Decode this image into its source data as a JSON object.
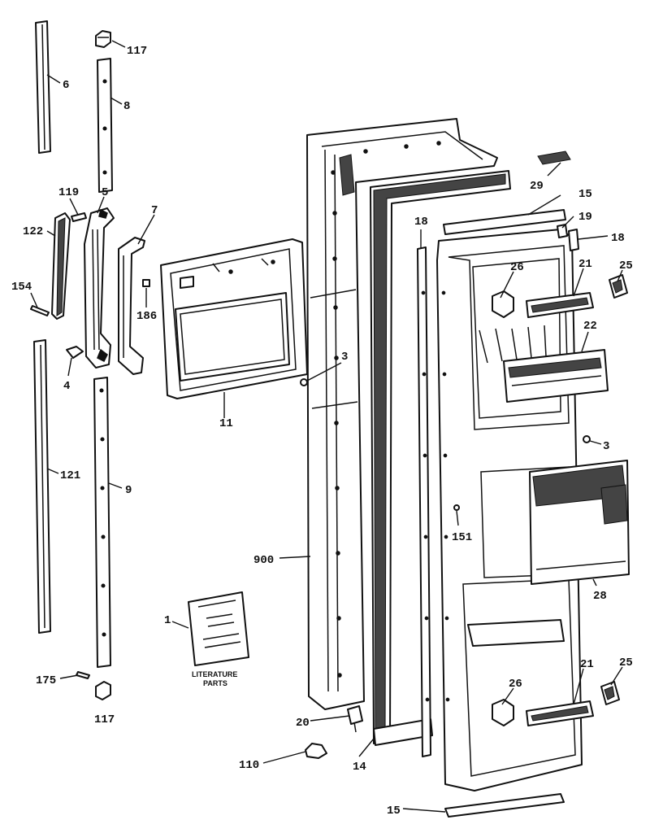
{
  "callouts": [
    {
      "id": "117-top",
      "text": "117"
    },
    {
      "id": "6",
      "text": "6"
    },
    {
      "id": "8",
      "text": "8"
    },
    {
      "id": "119",
      "text": "119"
    },
    {
      "id": "5",
      "text": "5"
    },
    {
      "id": "7",
      "text": "7"
    },
    {
      "id": "122",
      "text": "122"
    },
    {
      "id": "154",
      "text": "154"
    },
    {
      "id": "186",
      "text": "186"
    },
    {
      "id": "4",
      "text": "4"
    },
    {
      "id": "121",
      "text": "121"
    },
    {
      "id": "9",
      "text": "9"
    },
    {
      "id": "11",
      "text": "11"
    },
    {
      "id": "3-left",
      "text": "3"
    },
    {
      "id": "1",
      "text": "1"
    },
    {
      "id": "175",
      "text": "175"
    },
    {
      "id": "117-bottom",
      "text": "117"
    },
    {
      "id": "900",
      "text": "900"
    },
    {
      "id": "20",
      "text": "20"
    },
    {
      "id": "110",
      "text": "110"
    },
    {
      "id": "14",
      "text": "14"
    },
    {
      "id": "18-left",
      "text": "18"
    },
    {
      "id": "151",
      "text": "151"
    },
    {
      "id": "15-top",
      "text": "15"
    },
    {
      "id": "15-bottom",
      "text": "15"
    },
    {
      "id": "29",
      "text": "29"
    },
    {
      "id": "19",
      "text": "19"
    },
    {
      "id": "18-right",
      "text": "18"
    },
    {
      "id": "26-top",
      "text": "26"
    },
    {
      "id": "21-top",
      "text": "21"
    },
    {
      "id": "25-top",
      "text": "25"
    },
    {
      "id": "22",
      "text": "22"
    },
    {
      "id": "3-right",
      "text": "3"
    },
    {
      "id": "28",
      "text": "28"
    },
    {
      "id": "26-bottom",
      "text": "26"
    },
    {
      "id": "21-bottom",
      "text": "21"
    },
    {
      "id": "25-bottom",
      "text": "25"
    }
  ],
  "literature": {
    "caption_line1": "LITERATURE",
    "caption_line2": "PARTS"
  }
}
